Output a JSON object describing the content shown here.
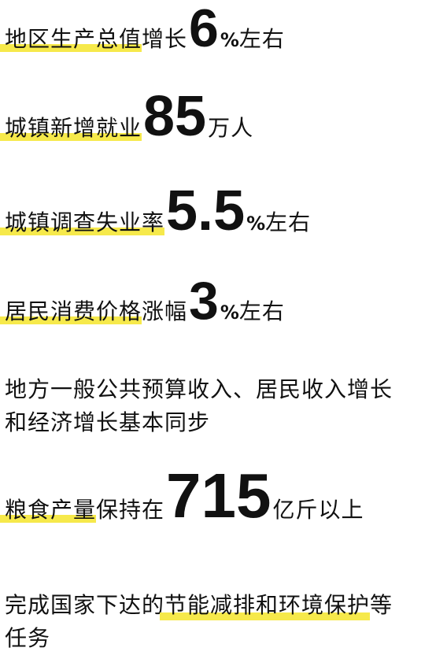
{
  "items": [
    {
      "label": "地区生产总值",
      "label_rest": "增长",
      "value": "6",
      "unit": "%",
      "suffix": "左右"
    },
    {
      "label": "城镇新增就业",
      "value": "85",
      "suffix": "万人"
    },
    {
      "label": "城镇调查失业率",
      "value": "5.5",
      "unit": "%",
      "suffix": "左右"
    },
    {
      "label": "居民消费价格",
      "label_rest": "涨幅",
      "value": "3",
      "unit": "%",
      "suffix": "左右"
    },
    {
      "line1": "地方一般公共预算收入、居民收入增长",
      "line2": "和经济增长基本同步"
    },
    {
      "label": "粮食产量",
      "label_rest": "保持在",
      "value": "715",
      "suffix": "亿斤以上"
    },
    {
      "text_pre": "完成国家下达的",
      "text_hl": "节能减排和环境保护",
      "text_post": "等",
      "line2": "任务"
    }
  ],
  "colors": {
    "highlight": "#f6e94b",
    "text": "#111111"
  }
}
